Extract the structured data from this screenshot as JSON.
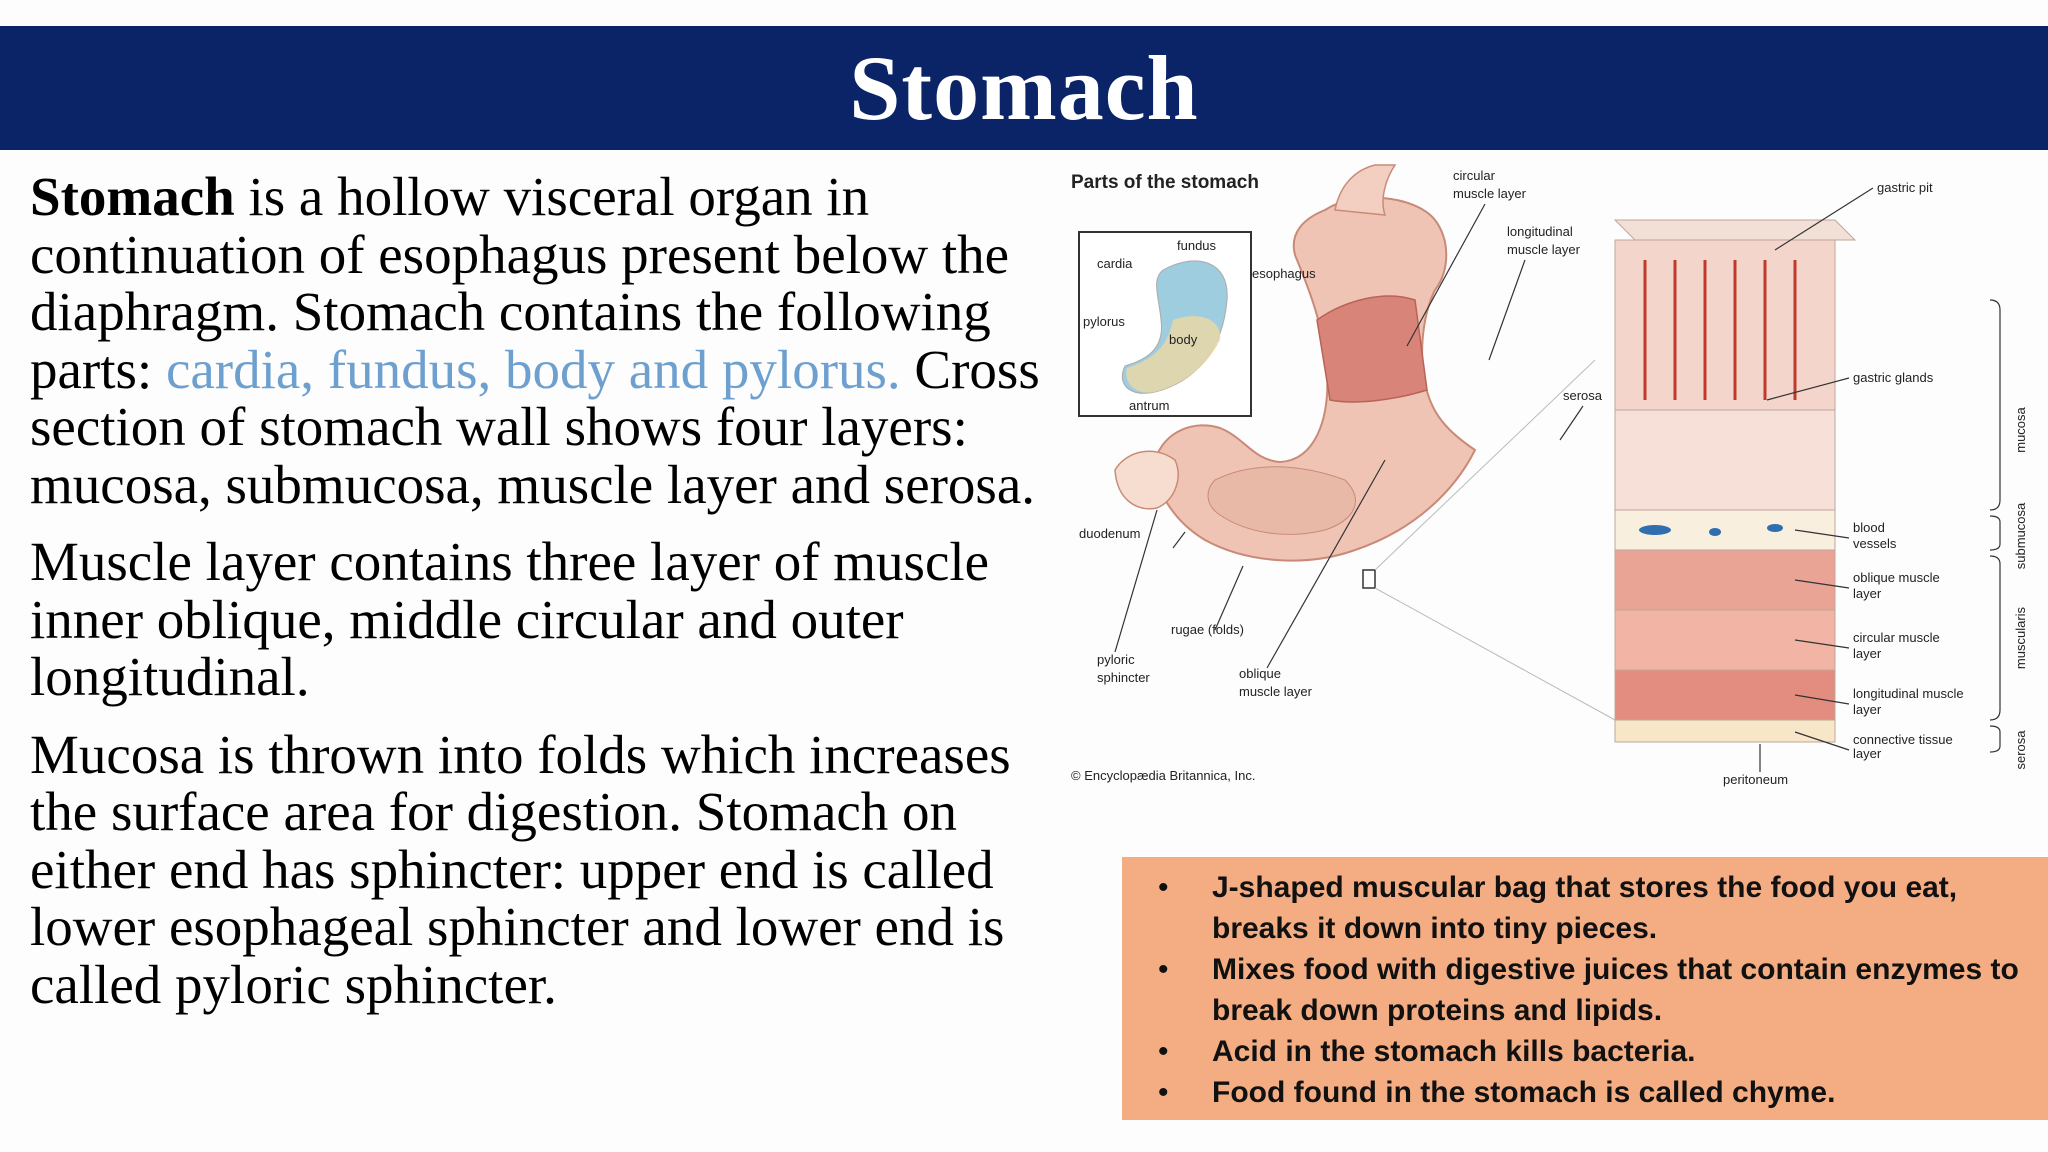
{
  "header": {
    "title": "Stomach"
  },
  "intro": {
    "term": "Stomach",
    "text_1": " is a hollow visceral organ in continuation of esophagus present below the diaphragm. Stomach contains the following parts: ",
    "parts": "cardia, fundus, body and pylorus.",
    "text_2": " Cross section of stomach wall shows four layers: mucosa, submucosa, muscle layer and serosa."
  },
  "paragraph_muscle": "Muscle layer contains three layer of muscle inner oblique, middle circular and outer longitudinal.",
  "paragraph_mucosa": "Mucosa is thrown into folds which increases the surface area for digestion. Stomach on either end has sphincter: upper end is called lower esophageal sphincter and lower end is called pyloric sphincter.",
  "figure": {
    "title": "Parts of the stomach",
    "inset_labels": {
      "cardia": "cardia",
      "fundus": "fundus",
      "pylorus": "pylorus",
      "body": "body",
      "antrum": "antrum"
    },
    "labels": {
      "esophagus": "esophagus",
      "circular_muscle_1": "circular",
      "circular_muscle_2": "muscle layer",
      "longitudinal_1": "longitudinal",
      "longitudinal_2": "muscle layer",
      "serosa": "serosa",
      "duodenum": "duodenum",
      "rugae": "rugae (folds)",
      "pyloric_1": "pyloric",
      "pyloric_2": "sphincter",
      "oblique_1": "oblique",
      "oblique_2": "muscle layer",
      "copyright": "© Encyclopædia Britannica, Inc.",
      "gastric_pit": "gastric pit",
      "gastric_glands": "gastric glands",
      "blood_1": "blood",
      "blood_2": "vessels",
      "oblique_muscle_1": "oblique muscle",
      "oblique_muscle_2": "layer",
      "circular_muscle_r1": "circular muscle",
      "circular_muscle_r2": "layer",
      "longitudinal_r1": "longitudinal muscle",
      "longitudinal_r2": "layer",
      "connective_1": "connective tissue",
      "connective_2": "layer",
      "peritoneum": "peritoneum"
    },
    "side_labels": {
      "mucosa": "mucosa",
      "submucosa": "submucosa",
      "muscularis": "muscularis",
      "serosa": "serosa"
    }
  },
  "info_box": {
    "bullet_symbol": "•",
    "items": [
      "J-shaped muscular bag that stores the food you eat, breaks it down into tiny  pieces.",
      "Mixes food with digestive juices that  contain enzymes to break down proteins and lipids.",
      "Acid in the stomach kills bacteria.",
      "Food found in the stomach is called chyme."
    ]
  },
  "colors": {
    "header_bg": "#0a2467",
    "parts_highlight": "#6ea0cf",
    "info_box_bg": "#f4ad83"
  }
}
